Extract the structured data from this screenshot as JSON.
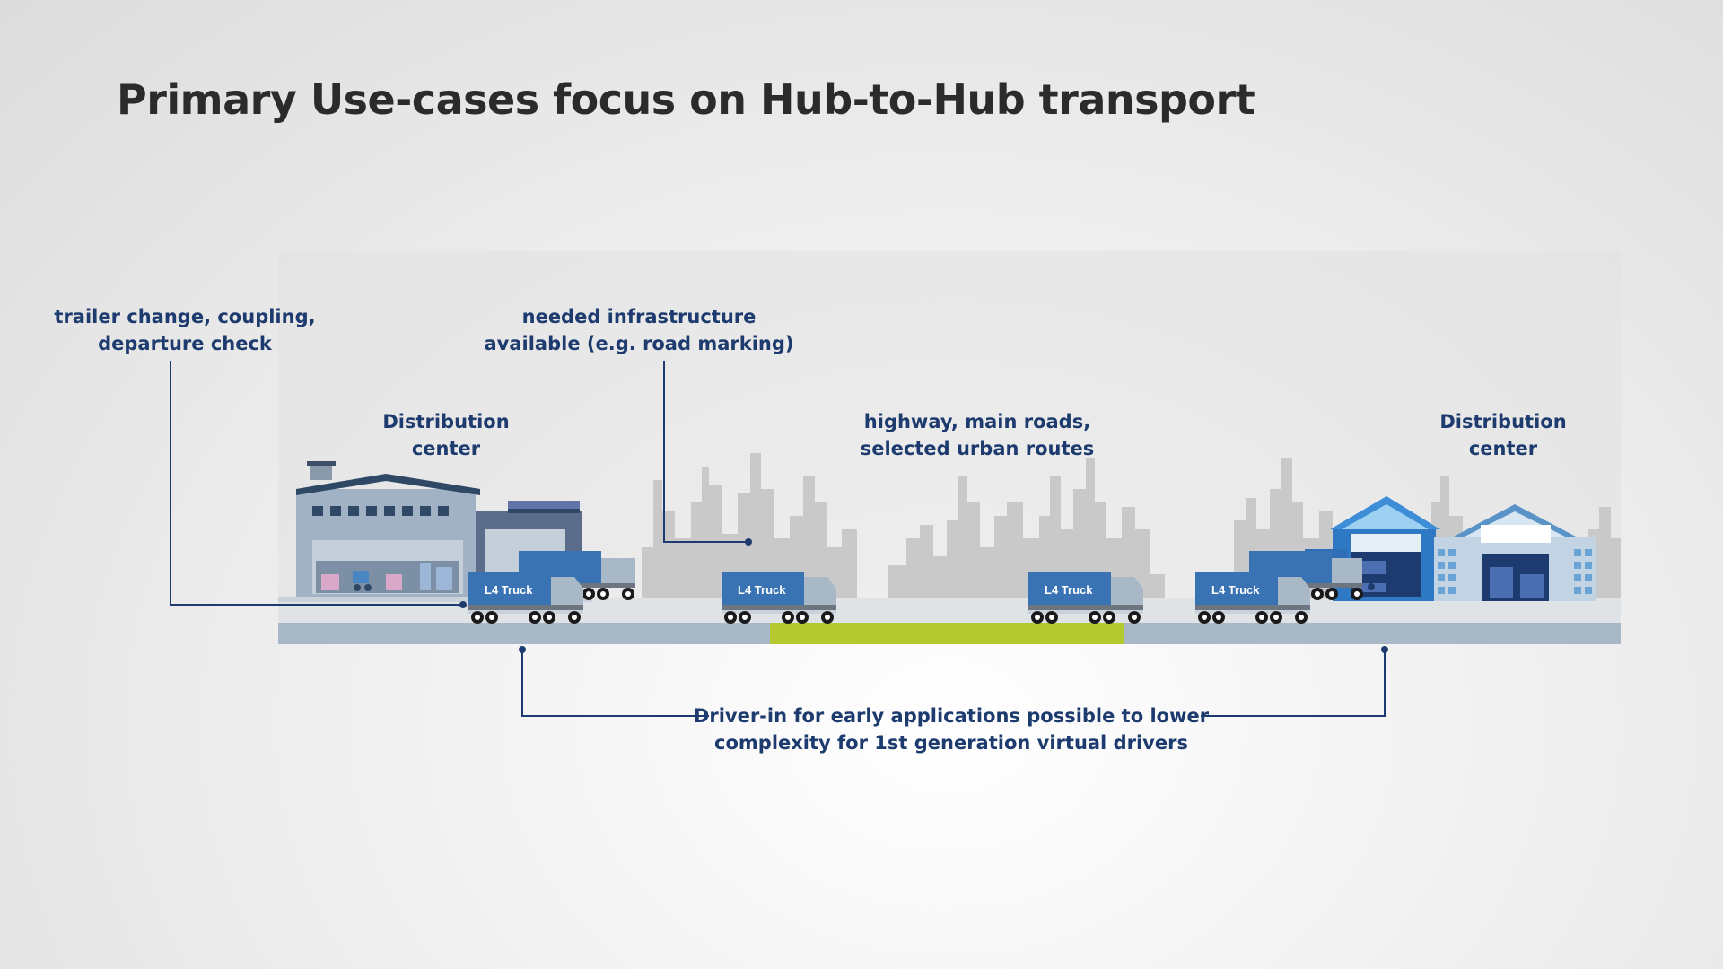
{
  "title": "Primary Use-cases focus on Hub-to-Hub transport",
  "labels": {
    "trailer_change": [
      "trailer change, coupling,",
      "departure check"
    ],
    "infrastructure": [
      "needed infrastructure",
      "available (e.g. road marking)"
    ],
    "dc_left": [
      "Distribution",
      "center"
    ],
    "highway": [
      "highway, main roads,",
      "selected urban routes"
    ],
    "dc_right": [
      "Distribution",
      "center"
    ],
    "driver_in": [
      "Driver-in for early applications possible to lower",
      "complexity for 1st generation virtual drivers"
    ]
  },
  "trucks": [
    {
      "label": "L4 Truck"
    },
    {
      "label": "L4 Truck"
    },
    {
      "label": "L4 Truck"
    },
    {
      "label": "L4 Truck"
    }
  ],
  "colors": {
    "navy": "#1d3b6e",
    "truck_blue": "#3a73b4",
    "road": "#a8b8c6",
    "highway_green": "#b4c930",
    "skyline": "#c8c8c8",
    "warehouse_gray": "#a0b2c4"
  }
}
